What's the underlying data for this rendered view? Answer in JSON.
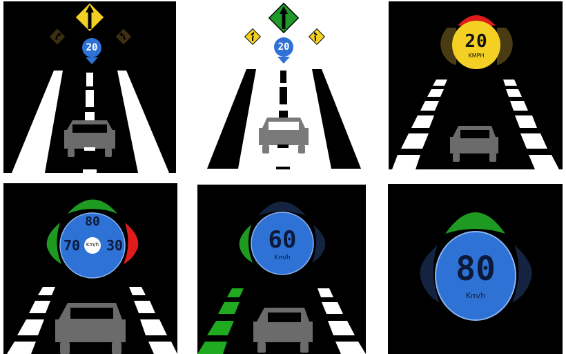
{
  "panels": [
    {
      "id": 1,
      "theme": "dark",
      "background": "#000000",
      "main_sign": {
        "type": "diamond",
        "color": "#f5d024",
        "arrow": "straight"
      },
      "side_signs": [
        {
          "type": "diamond",
          "color": "#3d3012",
          "arrow": "curve-left"
        },
        {
          "type": "diamond",
          "color": "#3d3012",
          "arrow": "curve-right"
        }
      ],
      "speed_marker": {
        "value": "20",
        "color": "#2f72d6"
      },
      "road_color": "#ffffff",
      "car_color": "#6b6b6b"
    },
    {
      "id": 2,
      "theme": "light",
      "background": "#ffffff",
      "main_sign": {
        "type": "diamond",
        "color": "#1f9a2a",
        "arrow": "straight"
      },
      "side_signs": [
        {
          "type": "diamond",
          "color": "#f5d024",
          "arrow": "curve-left"
        },
        {
          "type": "diamond",
          "color": "#f5d024",
          "arrow": "curve-right"
        }
      ],
      "speed_marker": {
        "value": "20",
        "color": "#2f72d6"
      },
      "road_color": "#000000",
      "car_color": "#7a7a7a"
    },
    {
      "id": 3,
      "theme": "dark",
      "background": "#000000",
      "gauge": {
        "value": "20",
        "unit": "KMPH",
        "color": "#f5d024"
      },
      "indicators": {
        "top": "#e01b1b",
        "left": "#4a3c12",
        "right": "#4a3c12"
      },
      "car_color": "#6b6b6b"
    },
    {
      "id": 4,
      "theme": "dark",
      "background": "#000000",
      "gauge": {
        "top_value": "80",
        "left_value": "70",
        "right_value": "30",
        "unit": "Km/h",
        "color": "#2f72d6"
      },
      "indicators": {
        "top": "#1e9a22",
        "left": "#1e9a22",
        "right": "#e01b1b"
      },
      "car_color": "#6b6b6b"
    },
    {
      "id": 5,
      "theme": "dark",
      "background": "#000000",
      "gauge": {
        "value": "60",
        "unit": "Km/h",
        "color": "#2f72d6"
      },
      "indicators": {
        "top": "#14233f",
        "left": "#1e9a22",
        "right": "#14233f"
      },
      "lane_left_color": "#1faa1f",
      "lane_right_color": "#ffffff",
      "car_color": "#6b6b6b"
    },
    {
      "id": 6,
      "theme": "dark",
      "background": "#000000",
      "gauge": {
        "value": "80",
        "unit": "Km/h",
        "color": "#2f72d6"
      },
      "indicators": {
        "top": "#1e9a22",
        "left": "#14233f",
        "right": "#14233f"
      }
    }
  ]
}
